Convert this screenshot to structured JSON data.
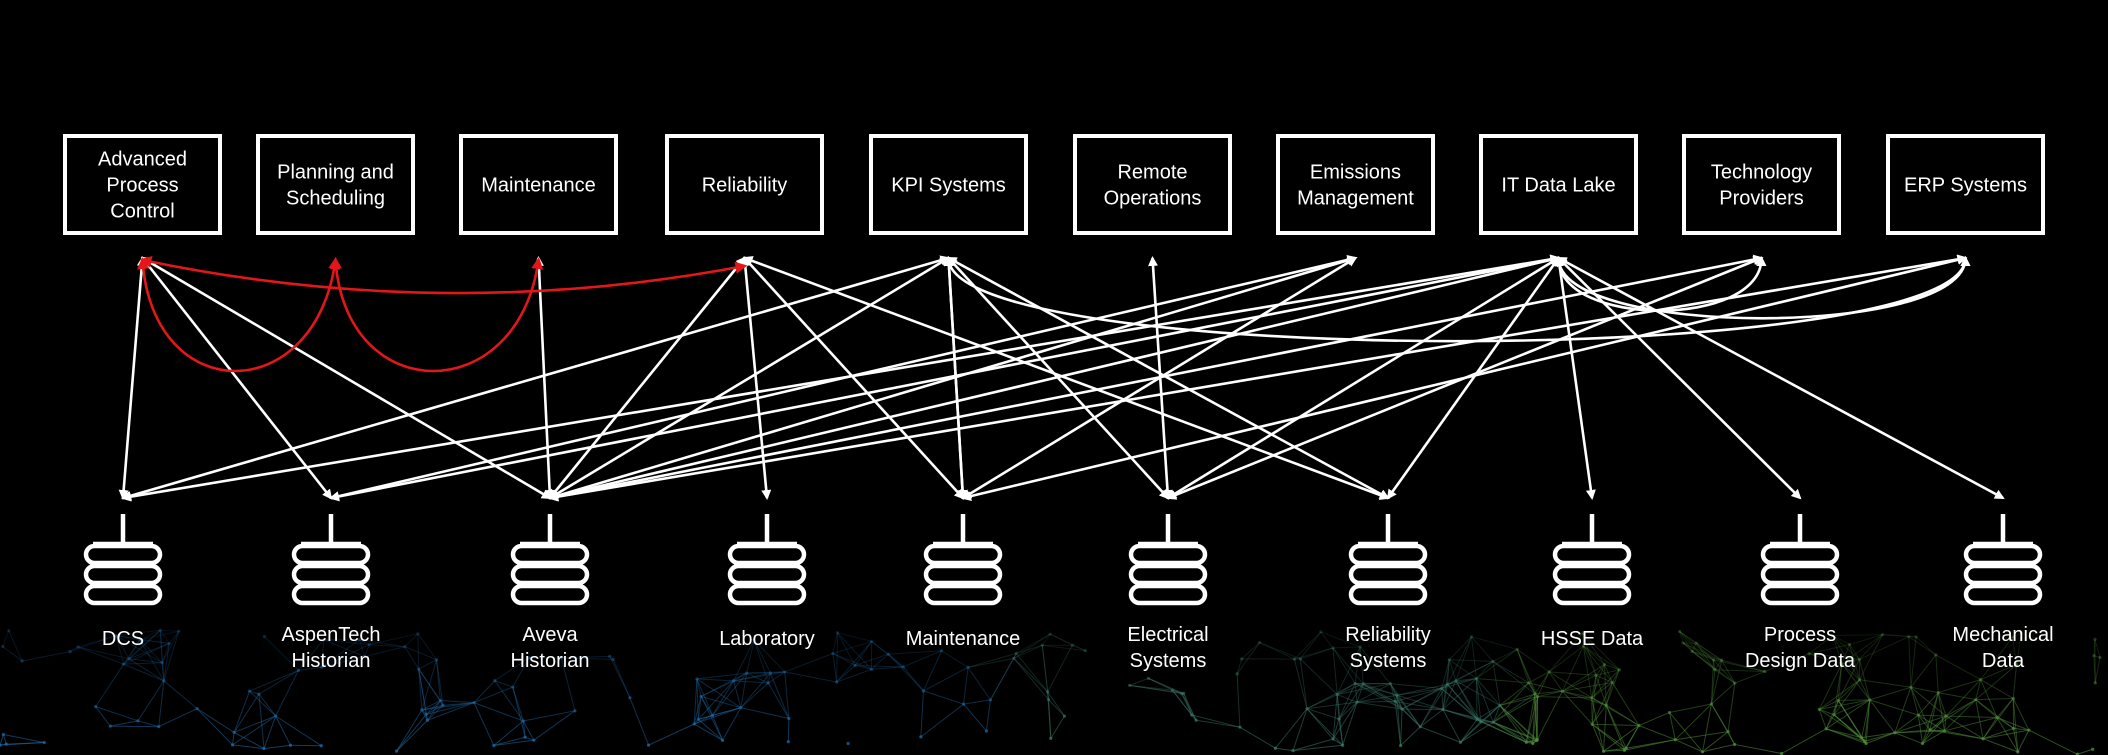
{
  "diagram": {
    "applications": [
      {
        "id": "apc",
        "lines": [
          "Advanced",
          "Process",
          "Control"
        ]
      },
      {
        "id": "planning",
        "lines": [
          "Planning and",
          "Scheduling"
        ]
      },
      {
        "id": "maint_app",
        "lines": [
          "Maintenance"
        ]
      },
      {
        "id": "reliability_app",
        "lines": [
          "Reliability"
        ]
      },
      {
        "id": "kpi",
        "lines": [
          "KPI Systems"
        ]
      },
      {
        "id": "remote",
        "lines": [
          "Remote",
          "Operations"
        ]
      },
      {
        "id": "emissions",
        "lines": [
          "Emissions",
          "Management"
        ]
      },
      {
        "id": "datalake",
        "lines": [
          "IT Data Lake"
        ]
      },
      {
        "id": "tech",
        "lines": [
          "Technology",
          "Providers"
        ]
      },
      {
        "id": "erp",
        "lines": [
          "ERP Systems"
        ]
      }
    ],
    "data_sources": [
      {
        "id": "dcs",
        "lines": [
          "DCS"
        ]
      },
      {
        "id": "aspentech",
        "lines": [
          "AspenTech",
          "Historian"
        ]
      },
      {
        "id": "aveva",
        "lines": [
          "Aveva",
          "Historian"
        ]
      },
      {
        "id": "lab",
        "lines": [
          "Laboratory"
        ]
      },
      {
        "id": "maint_src",
        "lines": [
          "Maintenance"
        ]
      },
      {
        "id": "electrical",
        "lines": [
          "Electrical",
          "Systems"
        ]
      },
      {
        "id": "reliability_src",
        "lines": [
          "Reliability",
          "Systems"
        ]
      },
      {
        "id": "hsse",
        "lines": [
          "HSSE Data"
        ]
      },
      {
        "id": "process_design",
        "lines": [
          "Process",
          "Design Data"
        ]
      },
      {
        "id": "mechanical",
        "lines": [
          "Mechanical",
          "Data"
        ]
      }
    ],
    "connections_highlighted": [
      {
        "from": "apc",
        "to": "planning"
      },
      {
        "from": "planning",
        "to": "maint_app"
      },
      {
        "from": "apc",
        "to": "reliability_app"
      }
    ],
    "connections": [
      {
        "from": "apc",
        "to": "dcs"
      },
      {
        "from": "apc",
        "to": "aspentech"
      },
      {
        "from": "apc",
        "to": "aveva"
      },
      {
        "from": "maint_app",
        "to": "aveva"
      },
      {
        "from": "reliability_app",
        "to": "aveva"
      },
      {
        "from": "reliability_app",
        "to": "maint_src"
      },
      {
        "from": "reliability_app",
        "to": "reliability_src"
      },
      {
        "from": "reliability_app",
        "to": "lab"
      },
      {
        "from": "kpi",
        "to": "aveva"
      },
      {
        "from": "kpi",
        "to": "maint_src"
      },
      {
        "from": "kpi",
        "to": "dcs"
      },
      {
        "from": "kpi",
        "to": "electrical"
      },
      {
        "from": "kpi",
        "to": "reliability_src"
      },
      {
        "from": "remote",
        "to": "electrical"
      },
      {
        "from": "emissions",
        "to": "aspentech"
      },
      {
        "from": "emissions",
        "to": "aveva"
      },
      {
        "from": "emissions",
        "to": "maint_src"
      },
      {
        "from": "datalake",
        "to": "dcs"
      },
      {
        "from": "datalake",
        "to": "aspentech"
      },
      {
        "from": "datalake",
        "to": "aveva"
      },
      {
        "from": "datalake",
        "to": "electrical"
      },
      {
        "from": "datalake",
        "to": "reliability_src"
      },
      {
        "from": "datalake",
        "to": "hsse"
      },
      {
        "from": "datalake",
        "to": "process_design"
      },
      {
        "from": "datalake",
        "to": "mechanical"
      },
      {
        "from": "datalake",
        "to": "tech"
      },
      {
        "from": "datalake",
        "to": "erp"
      },
      {
        "from": "tech",
        "to": "aveva"
      },
      {
        "from": "tech",
        "to": "electrical"
      },
      {
        "from": "erp",
        "to": "kpi"
      },
      {
        "from": "erp",
        "to": "aveva"
      },
      {
        "from": "erp",
        "to": "maint_src"
      },
      {
        "from": "maint_src",
        "to": "kpi"
      }
    ],
    "colors": {
      "background": "#000000",
      "line": "#ffffff",
      "highlight": "#e3161b",
      "network_blue": "#1e6ba8",
      "network_green": "#4f8f3a"
    }
  }
}
